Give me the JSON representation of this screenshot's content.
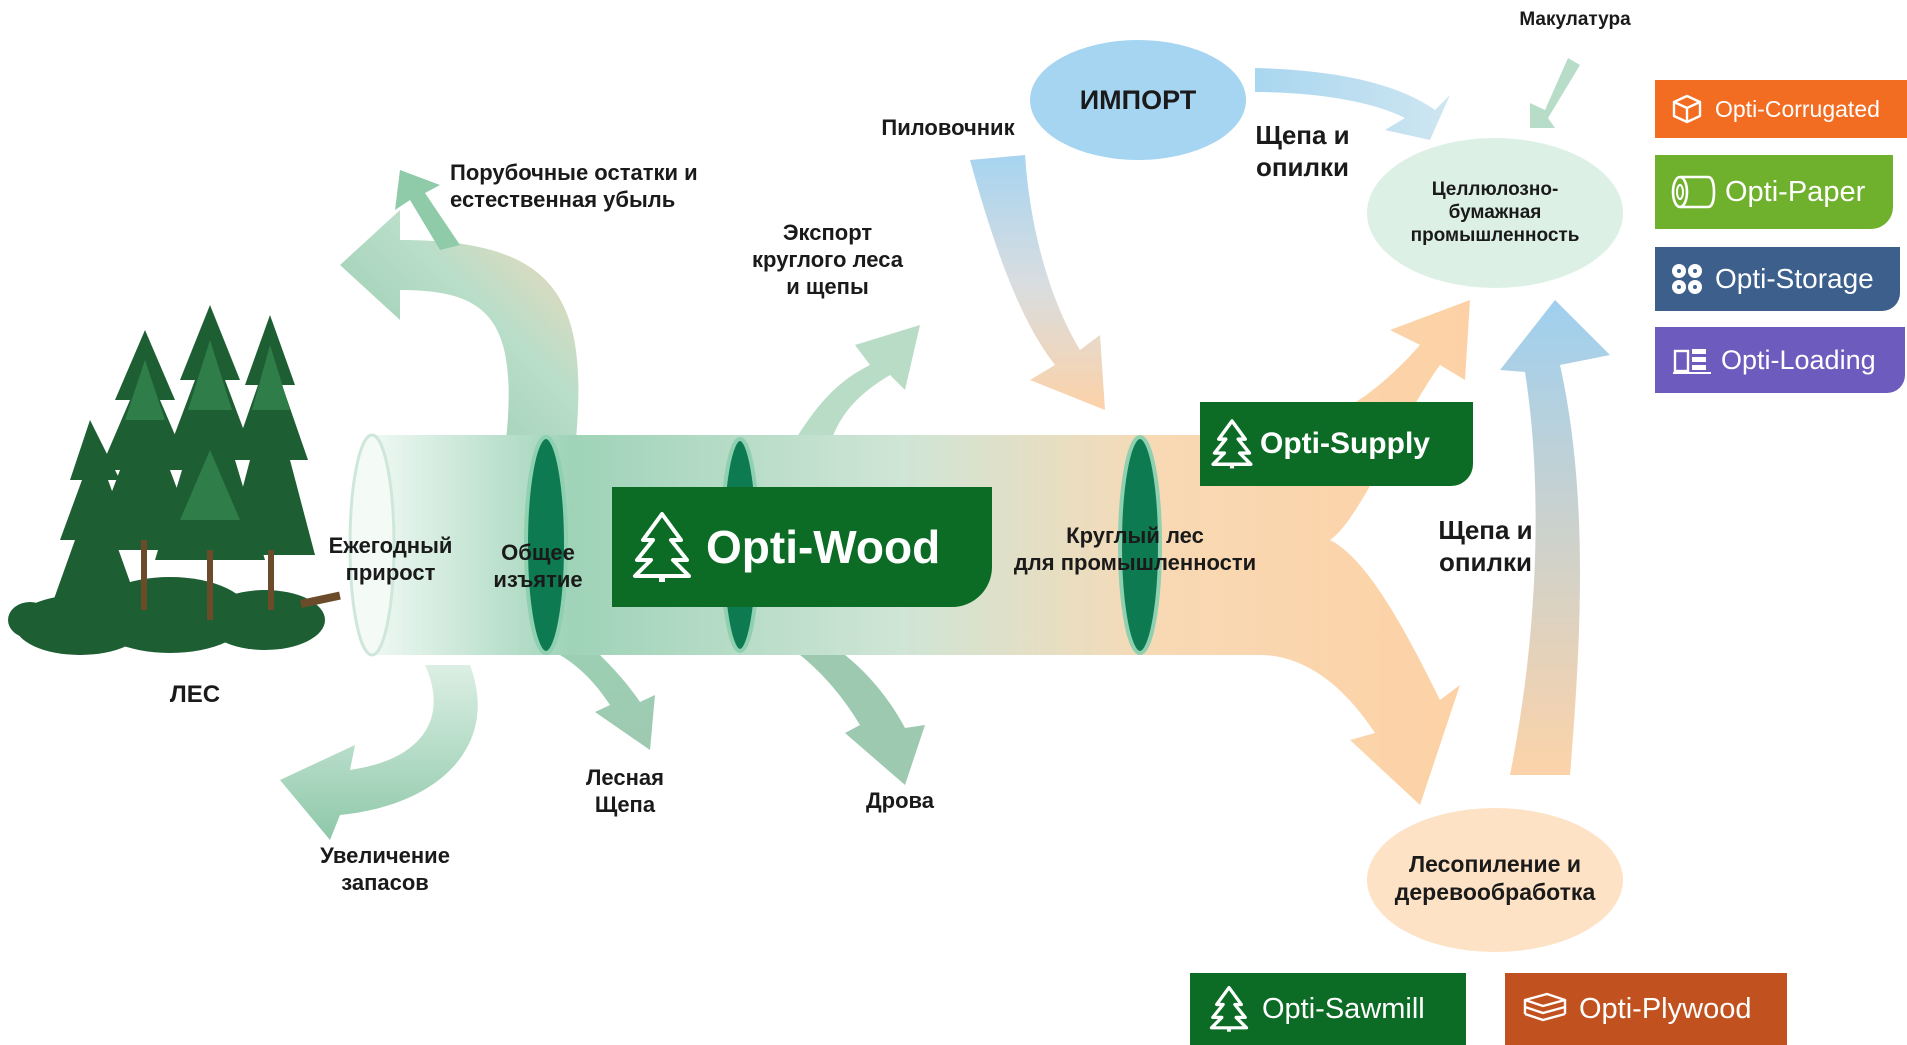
{
  "labels": {
    "forest": "ЛЕС",
    "annual_growth": "Ежегодный\nприрост",
    "total_removal": "Общее\nизъятие",
    "logging_residues": "Порубочные остатки и\nестественная убыль",
    "export": "Экспорт\nкруглого леса\nи щепы",
    "forest_chips": "Лесная\nЩепа",
    "firewood": "Дрова",
    "stock_increase": "Увеличение\nзапасов",
    "industrial_roundwood": "Круглый лес\nдля промышленности",
    "sawlogs": "Пиловочник",
    "import": "ИМПОРТ",
    "chips_sawdust_top": "Щепа и\nопилки",
    "chips_sawdust_right": "Щепа и\nопилки",
    "wastepaper": "Макулатура",
    "pulp_paper": "Целлюлозно-\nбумажная\nпромышленность",
    "sawmilling": "Лесопиление и\nдеревообработка"
  },
  "products": {
    "wood": "Opti-Wood",
    "supply": "Opti-Supply",
    "corrugated": "Opti-Corrugated",
    "paper": "Opti-Paper",
    "storage": "Opti-Storage",
    "loading": "Opti-Loading",
    "sawmill": "Opti-Sawmill",
    "plywood": "Opti-Plywood"
  },
  "icons": {
    "tree": "tree-icon",
    "box": "box-icon",
    "paper_roll": "paper-roll-icon",
    "storage": "storage-icon",
    "loading": "loading-icon",
    "plywood": "plywood-sheets-icon"
  },
  "colors": {
    "dark_green": "#0c6b25",
    "green_flow": "#8fcaa9",
    "orange_flow": "#fcd3a8",
    "blue_flow": "#a9d4ef",
    "import_blue": "#a5d5f1",
    "corrugated_orange": "#f26c21",
    "paper_green": "#6fb02d",
    "storage_blue": "#3d5f8c",
    "loading_purple": "#6d5bbe",
    "plywood_brown": "#c1521f",
    "pulp_bg": "#dcf0e6",
    "sawmill_bg": "#fde2c5"
  }
}
